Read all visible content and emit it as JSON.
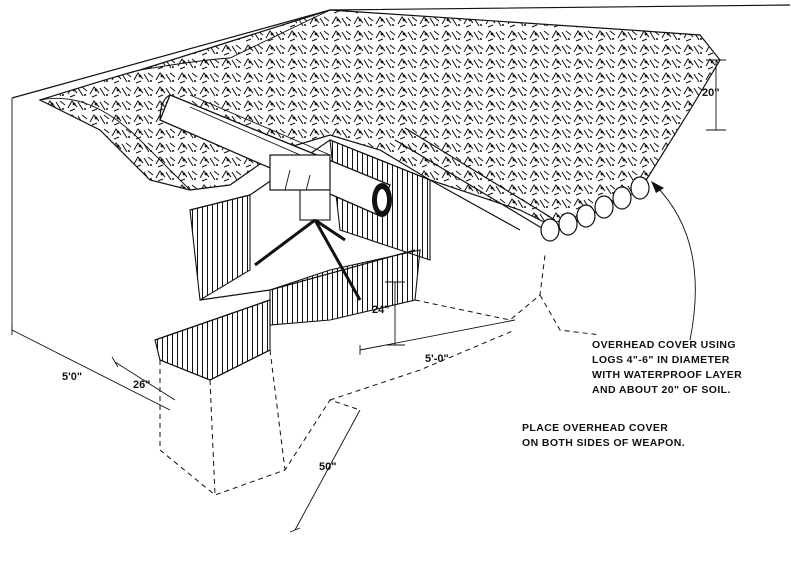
{
  "dimensions": {
    "soil_cover": "20\"",
    "pit_depth": "24\"",
    "pit_length": "5'-0\"",
    "pit_width": "5'0\"",
    "side_width": "26\"",
    "leg_trench": "50\""
  },
  "notes": {
    "overhead_cover": [
      "OVERHEAD COVER USING",
      "LOGS 4\"-6\" IN DIAMETER",
      "WITH WATERPROOF LAYER",
      "AND ABOUT 20\" OF SOIL."
    ],
    "placement": [
      "PLACE OVERHEAD COVER",
      "ON BOTH SIDES OF WEAPON."
    ]
  }
}
